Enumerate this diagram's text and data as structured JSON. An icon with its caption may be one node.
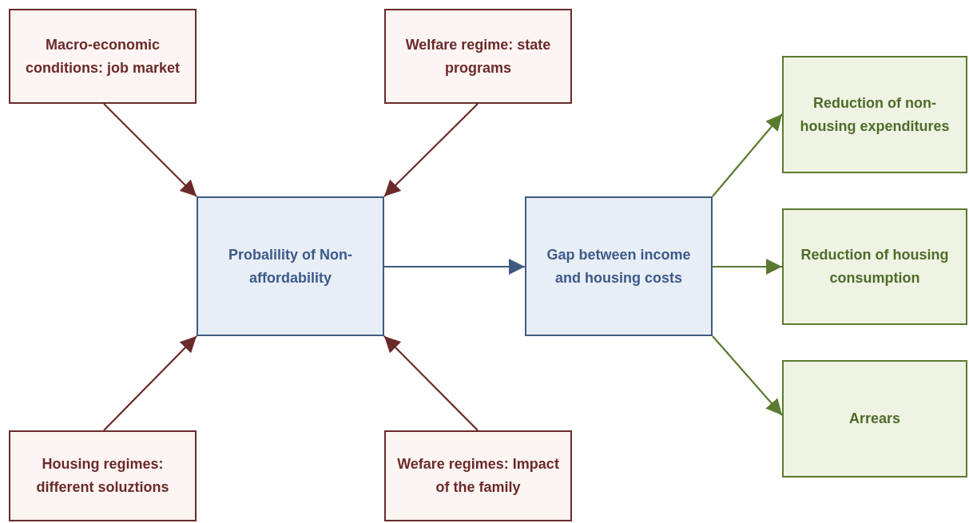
{
  "diagram": {
    "nodes": [
      {
        "text": [
          "Macro-economic conditions: job market"
        ]
      },
      {
        "text": [
          "Welfare regime: state programs"
        ]
      },
      {
        "text": [
          "Probalility of Non-affordability"
        ]
      },
      {
        "text": [
          "Gap between income and housing costs"
        ]
      },
      {
        "text": [
          "Reduction of non-housing expenditures"
        ]
      },
      {
        "text": [
          "Reduction of housing consumption"
        ]
      },
      {
        "text": [
          "Arrears"
        ]
      },
      {
        "text": [
          "Housing regimes: different soluztions"
        ]
      },
      {
        "text": [
          "Wefare regimes: Impact of the family"
        ]
      }
    ],
    "edges": [
      {
        "from": 0,
        "to": 2,
        "arrow": "to"
      },
      {
        "from": 1,
        "to": 2,
        "arrow": "to"
      },
      {
        "from": 7,
        "to": 2,
        "arrow": "to"
      },
      {
        "from": 8,
        "to": 2,
        "arrow": "to"
      },
      {
        "from": 2,
        "to": 3,
        "arrow": "to",
        "color": "#3f5a80"
      },
      {
        "from": 3,
        "to": 4,
        "arrow": "to",
        "color": "#5b7a2f"
      },
      {
        "from": 3,
        "to": 5,
        "arrow": "to",
        "color": "#5b7a2f"
      },
      {
        "from": 3,
        "to": 6,
        "arrow": "to",
        "color": "#5b7a2f"
      }
    ]
  }
}
